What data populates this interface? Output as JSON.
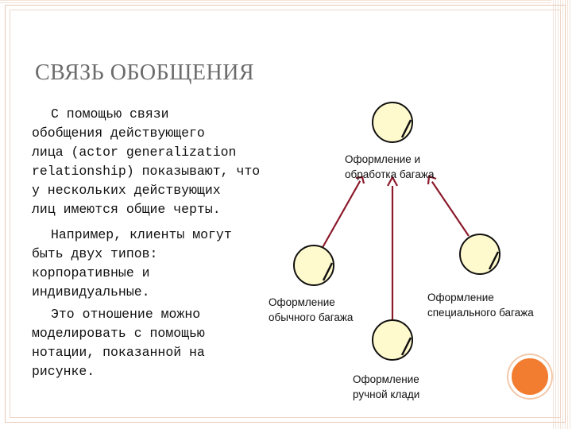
{
  "slide": {
    "title": "СВЯЗЬ ОБОБЩЕНИЯ",
    "body": {
      "para1": [
        "С помощью связи",
        "обобщения действующего",
        "лица (actor generalization",
        "relationship) показывают, что",
        "у нескольких действующих",
        "лиц имеются общие черты."
      ],
      "para2": [
        "Например, клиенты могут",
        "быть двух типов:",
        "корпоративные и",
        "индивидуальные."
      ],
      "para3": [
        "Это отношение можно",
        "моделировать с помощью",
        "нотации, показанной на",
        "рисунке."
      ]
    }
  },
  "diagram": {
    "nodes": {
      "top": {
        "line1": "Оформление и",
        "line2": "обработка багажа"
      },
      "left": {
        "line1": "Оформление",
        "line2": "обычного багажа"
      },
      "right": {
        "line1": "Оформление",
        "line2": "специального багажа"
      },
      "bottom": {
        "line1": "Оформление",
        "line2": "ручной клади"
      }
    },
    "colors": {
      "node_fill": "#fffacd",
      "node_stroke": "#111111",
      "arrow": "#8b1a2b",
      "accent_dot": "#f27c2f"
    }
  }
}
